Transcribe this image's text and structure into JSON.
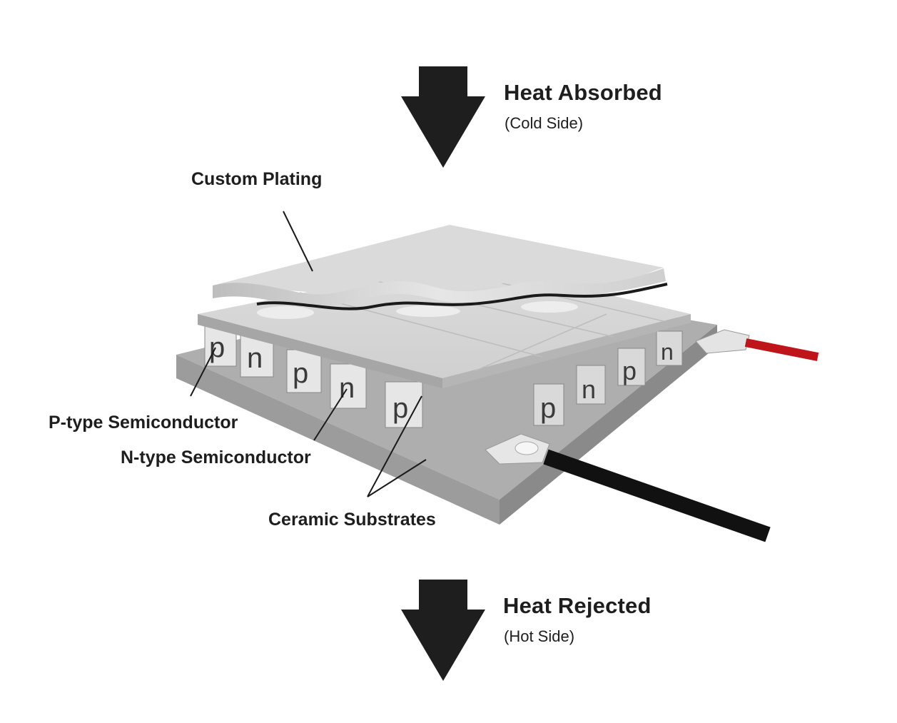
{
  "diagram": {
    "title": "Thermoelectric Module Diagram",
    "top_flow": {
      "icon": "down-arrow-icon",
      "title": "Heat Absorbed",
      "subtitle": "(Cold Side)"
    },
    "bottom_flow": {
      "icon": "down-arrow-icon",
      "title": "Heat Rejected",
      "subtitle": "(Hot Side)"
    },
    "callouts": {
      "custom_plating": "Custom Plating",
      "p_type": "P-type Semiconductor",
      "n_type": "N-type Semiconductor",
      "ceramic": "Ceramic Substrates"
    },
    "front_row_pellets": [
      "p",
      "n",
      "p",
      "n",
      "p"
    ],
    "right_row_pellets": [
      "p",
      "n",
      "p",
      "n"
    ],
    "wires": {
      "positive_color": "#c0141b",
      "negative_color": "#111111"
    }
  }
}
